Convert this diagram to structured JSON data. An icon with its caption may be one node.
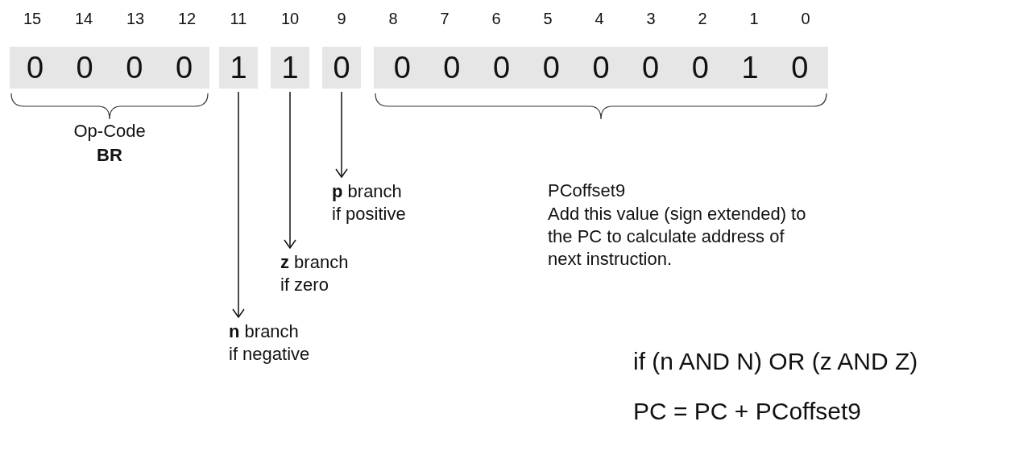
{
  "diagram": {
    "nodes": [
      {
        "text": [
          "0 0 0 0"
        ]
      },
      {
        "text": [
          "1"
        ]
      },
      {
        "text": [
          "1"
        ]
      },
      {
        "text": [
          "0"
        ]
      },
      {
        "text": [
          "0 0 0 0 0 0 0 1 0"
        ]
      },
      {
        "text": [
          "**p**  branch",
          "if positive"
        ]
      },
      {
        "text": [
          "**z**  branch",
          "if zero"
        ]
      },
      {
        "text": [
          "**n**  branch",
          "if negative"
        ]
      }
    ],
    "edges": [
      {
        "from": 3,
        "to": 5,
        "arrow": "to"
      },
      {
        "from": 2,
        "to": 6,
        "arrow": "to"
      },
      {
        "from": 1,
        "to": 7,
        "arrow": "to"
      }
    ],
    "labels": [
      "15",
      "14",
      "13",
      "12",
      "11",
      "10",
      "9",
      "8",
      "7",
      "6",
      "5",
      "4",
      "3",
      "2",
      "1",
      "0",
      "Op-Code",
      "BR",
      "PCoffset9",
      "Add this value (sign extended) to the PC to calculate address of next instruction.",
      "if (n AND N) OR (z AND Z)",
      "PC = PC + PCoffset9"
    ]
  }
}
